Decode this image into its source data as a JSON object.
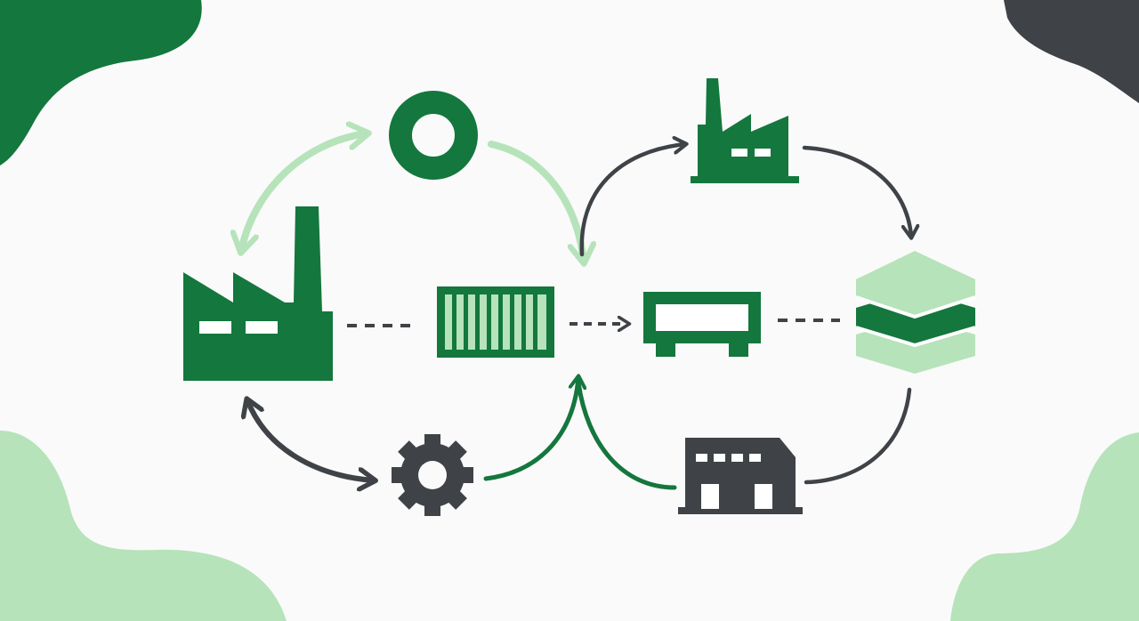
{
  "colors": {
    "background": "#fafafa",
    "dark_green": "#14773d",
    "light_green": "#b6e3ba",
    "charcoal": "#3f4347",
    "white": "#ffffff"
  },
  "nodes": [
    {
      "id": "factory-main",
      "icon": "factory-icon",
      "color": "dark_green"
    },
    {
      "id": "ring",
      "icon": "ring-icon",
      "color": "dark_green"
    },
    {
      "id": "container",
      "icon": "shipping-container-icon",
      "color": "dark_green"
    },
    {
      "id": "machine",
      "icon": "machine-unit-icon",
      "color": "dark_green"
    },
    {
      "id": "factory-small",
      "icon": "factory-icon",
      "color": "dark_green"
    },
    {
      "id": "layers",
      "icon": "layer-stack-icon",
      "color": "light_green"
    },
    {
      "id": "gear",
      "icon": "gear-icon",
      "color": "charcoal"
    },
    {
      "id": "warehouse",
      "icon": "warehouse-icon",
      "color": "charcoal"
    }
  ],
  "connections": [
    {
      "from": "ring",
      "to": "factory-main",
      "style": "arrow",
      "color": "light_green",
      "bidirectional": true
    },
    {
      "from": "ring",
      "to": "container",
      "style": "arrow",
      "color": "light_green"
    },
    {
      "from": "factory-main",
      "to": "gear",
      "style": "arrow",
      "color": "charcoal",
      "bidirectional": true
    },
    {
      "from": "gear",
      "to": "container",
      "style": "arrow",
      "color": "dark_green"
    },
    {
      "from": "warehouse",
      "to": "container",
      "style": "arrow",
      "color": "dark_green"
    },
    {
      "from": "container",
      "to": "factory-small",
      "style": "arrow",
      "color": "charcoal"
    },
    {
      "from": "factory-small",
      "to": "layers",
      "style": "arrow",
      "color": "charcoal"
    },
    {
      "from": "layers",
      "to": "warehouse",
      "style": "line",
      "color": "charcoal"
    },
    {
      "from": "factory-main",
      "to": "container",
      "style": "dashed",
      "color": "charcoal"
    },
    {
      "from": "container",
      "to": "machine",
      "style": "dashed-arrow",
      "color": "charcoal"
    },
    {
      "from": "machine",
      "to": "layers",
      "style": "dashed",
      "color": "charcoal"
    }
  ]
}
